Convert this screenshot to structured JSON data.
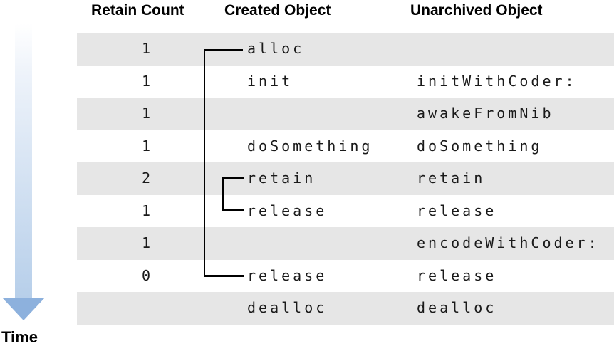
{
  "header": {
    "columns": [
      {
        "label": "Retain Count"
      },
      {
        "label": "Created Object"
      },
      {
        "label": "Unarchived Object"
      }
    ]
  },
  "table": {
    "rows": [
      {
        "retain_count": "1",
        "created": "alloc",
        "unarchived": ""
      },
      {
        "retain_count": "1",
        "created": "init",
        "unarchived": "initWithCoder:"
      },
      {
        "retain_count": "1",
        "created": "",
        "unarchived": "awakeFromNib"
      },
      {
        "retain_count": "1",
        "created": "doSomething",
        "unarchived": "doSomething"
      },
      {
        "retain_count": "2",
        "created": "retain",
        "unarchived": "retain"
      },
      {
        "retain_count": "1",
        "created": "release",
        "unarchived": "release"
      },
      {
        "retain_count": "1",
        "created": "",
        "unarchived": "encodeWithCoder:"
      },
      {
        "retain_count": "0",
        "created": "release",
        "unarchived": "release"
      },
      {
        "retain_count": "",
        "created": "dealloc",
        "unarchived": "dealloc"
      }
    ]
  },
  "time_axis": {
    "label": "Time"
  },
  "colors": {
    "row_stripe": "#e6e6e6",
    "arrow_shaft_top": "#ffffff",
    "arrow_shaft_bottom": "#b7cfea",
    "arrow_head": "#8db1dd",
    "connector_line": "#000000",
    "code_text": "#1a1a1a"
  }
}
